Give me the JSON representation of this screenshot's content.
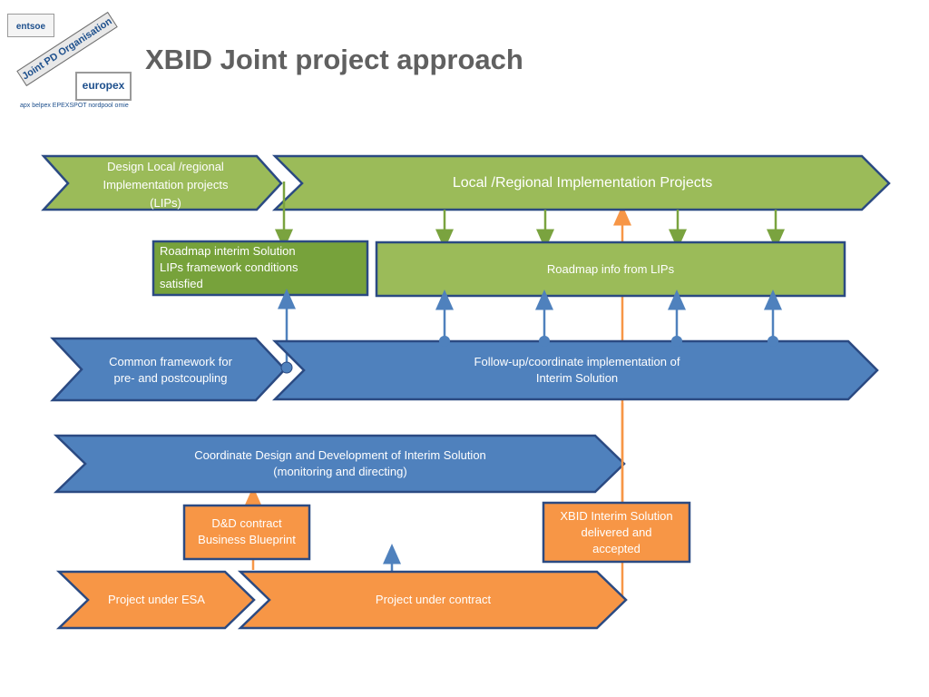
{
  "title": "XBID Joint project approach",
  "logos": {
    "entsoe": "entsoe",
    "joint_organisation": "Joint PD Organisation",
    "europex": "europex",
    "partners": "apx belpex EPEXSPOT nordpool omie"
  },
  "colors": {
    "green": "#9bbb59",
    "green_dark": "#7aa33f",
    "blue": "#4f81bd",
    "orange": "#f79646",
    "border": "#2b4a82"
  },
  "shapes": {
    "design_lips": "Design Local /regional\nImplementation projects\n(LIPs)",
    "local_regional": "Local /Regional Implementation Projects",
    "roadmap_interim": "Roadmap interim Solution\nLIPs framework conditions\n      satisfied",
    "roadmap_info": "Roadmap info from LIPs",
    "common_framework": "Common framework for\npre- and postcoupling",
    "follow_up": "Follow-up/coordinate implementation of\nInterim Solution",
    "coordinate_design": "Coordinate Design and Development of Interim Solution\n(monitoring and directing)",
    "dd_contract": "D&D contract\nBusiness Blueprint",
    "xbid_delivered": "XBID Interim Solution\ndelivered and\naccepted",
    "project_esa": "Project under ESA",
    "project_contract": "Project under contract"
  }
}
